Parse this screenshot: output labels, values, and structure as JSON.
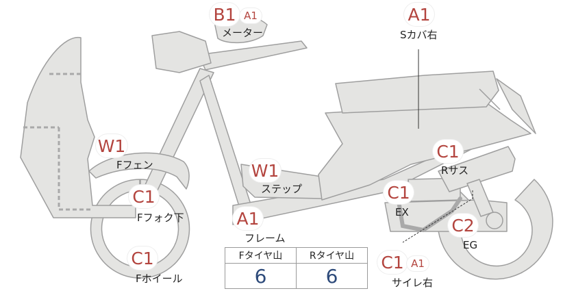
{
  "labels": {
    "meter": "メーター",
    "side_cover_right": "Sカバ右",
    "front_fender": "Fフェン",
    "rear_suspension": "Rサス",
    "step": "ステップ",
    "front_fork_lower": "Fフォク下",
    "exhaust": "EX",
    "frame": "フレーム",
    "engine": "EG",
    "front_wheel": "Fホイール",
    "silencer_right": "サイレ右"
  },
  "grades": {
    "meter": [
      "B1",
      "A1"
    ],
    "side_cover_right": [
      "A1"
    ],
    "front_fender": [
      "W1"
    ],
    "rear_suspension": [
      "C1"
    ],
    "step": [
      "W1"
    ],
    "front_fork_lower": [
      "C1"
    ],
    "exhaust": [
      "C1"
    ],
    "frame": [
      "A1"
    ],
    "engine": [
      "C2"
    ],
    "front_wheel": [
      "C1"
    ],
    "silencer_right": [
      "C1",
      "A1"
    ]
  },
  "tire_tread": {
    "headers": [
      "Fタイヤ山",
      "Rタイヤ山"
    ],
    "values": [
      "6",
      "6"
    ]
  },
  "colors": {
    "grade_text": "#b3443e",
    "tread_value": "#2d4a7a",
    "body_fill": "#e4e4e2",
    "body_stroke": "#9e9e9e"
  }
}
